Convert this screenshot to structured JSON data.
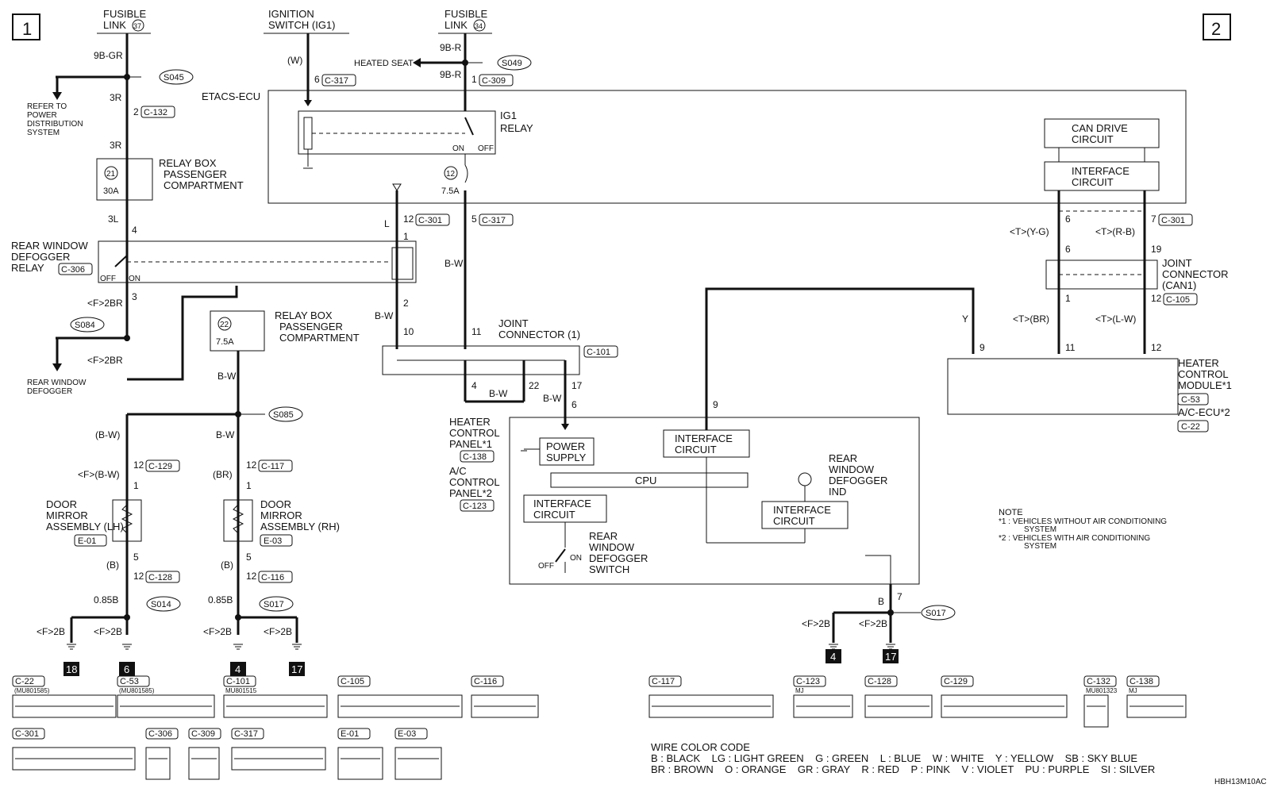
{
  "page": {
    "box_left": "1",
    "box_right": "2",
    "drawing_code": "HBH13M10AC"
  },
  "top": {
    "fusible37": "FUSIBLE",
    "fusible37_b": "LINK",
    "fusible37_n": "37",
    "ignition": "IGNITION",
    "ignition_b": "SWITCH (IG1)",
    "fusible34": "FUSIBLE",
    "fusible34_b": "LINK",
    "fusible34_n": "34",
    "w_label": "(W)",
    "heated_seat": "HEATED SEAT"
  },
  "splices": {
    "s045": "S045",
    "s049": "S049",
    "s084": "S084",
    "s085": "S085",
    "s014": "S014",
    "s017a": "S017",
    "s017b": "S017"
  },
  "refer": [
    "REFER TO",
    "POWER",
    "DISTRIBUTION",
    "SYSTEM"
  ],
  "wires": {
    "w9bgr": "9B-GR",
    "w3r_a": "3R",
    "w3r_b": "3R",
    "w3l": "3L",
    "wf2br_a": "<F>2BR",
    "wf2br_b": "<F>2BR",
    "w9br_a": "9B-R",
    "w9br_b": "9B-R",
    "wl": "L",
    "wbw_a": "B-W",
    "wbw_b": "B-W",
    "wbw_c": "B-W",
    "wbw_d": "B-W",
    "wbw_e": "B-W",
    "wbw_paren": "(B-W)",
    "wbw_f": "B-W",
    "wf_bw": "<F>(B-W)",
    "wbr_paren": "(BR)",
    "wb_a": "(B)",
    "wb_b": "(B)",
    "w085b_a": "0.85B",
    "w085b_b": "0.85B",
    "wf2b_a": "<F>2B",
    "wf2b_b": "<F>2B",
    "wf2b_c": "<F>2B",
    "wf2b_d": "<F>2B",
    "wf2b_e": "<F>2B",
    "wf2b_f": "<F>2B",
    "wy": "Y",
    "wb_c": "B",
    "t_yg": "<T>(Y-G)",
    "t_rb": "<T>(R-B)",
    "t_br": "<T>(BR)",
    "t_lw": "<T>(L-W)"
  },
  "pins": {
    "p2": "2",
    "p4": "4",
    "p3": "3",
    "p6": "6",
    "p1a": "1",
    "p12a": "12",
    "p1b": "1",
    "p2b": "2",
    "p10": "10",
    "p5": "5",
    "p11": "11",
    "p4b": "4",
    "p22": "22",
    "p17": "17",
    "p6b": "6",
    "p9": "9",
    "p12b": "12",
    "p1c": "1",
    "p5b": "5",
    "p12c": "12",
    "p12d": "12",
    "p1d": "1",
    "p5c": "5",
    "p12e": "12",
    "p6c": "6",
    "p7": "7",
    "p6d": "6",
    "p19": "19",
    "p1e": "1",
    "p12f": "12",
    "p9b": "9",
    "p11b": "11",
    "p12g": "12",
    "p7b": "7"
  },
  "connectors": {
    "c317a": "C-317",
    "c309": "C-309",
    "c132": "C-132",
    "c306": "C-306",
    "c301a": "C-301",
    "c317b": "C-317",
    "c301b": "C-301",
    "c105": "C-105",
    "c101": "C-101",
    "c129": "C-129",
    "c117": "C-117",
    "c128": "C-128",
    "c116": "C-116",
    "e01": "E-01",
    "e03": "E-03",
    "c138": "C-138",
    "c123": "C-123",
    "c53": "C-53",
    "c22": "C-22"
  },
  "components": {
    "etacs": "ETACS-ECU",
    "ig1relay": [
      "IG1",
      "RELAY"
    ],
    "on": "ON",
    "off": "OFF",
    "f12": "12",
    "f12amp": "7.5A",
    "can": [
      "CAN DRIVE",
      "CIRCUIT"
    ],
    "iface_top": [
      "INTERFACE",
      "CIRCUIT"
    ],
    "relaybox1": [
      "RELAY BOX",
      "PASSENGER",
      "COMPARTMENT"
    ],
    "f21": "21",
    "f21amp": "30A",
    "relaybox2": [
      "RELAY BOX",
      "PASSENGER",
      "COMPARTMENT"
    ],
    "f22": "22",
    "f22amp": "7.5A",
    "defrelay": [
      "REAR WINDOW",
      "DEFOGGER",
      "RELAY"
    ],
    "rl_off": "OFF",
    "rl_on": "ON",
    "defogger": [
      "REAR WINDOW",
      "DEFOGGER"
    ],
    "jc1": [
      "JOINT",
      "CONNECTOR (1)"
    ],
    "jcan": [
      "JOINT",
      "CONNECTOR",
      "(CAN1)"
    ],
    "mirror_lh": [
      "DOOR",
      "MIRROR",
      "ASSEMBLY (LH)"
    ],
    "mirror_rh": [
      "DOOR",
      "MIRROR",
      "ASSEMBLY (RH)"
    ],
    "hcp": [
      "HEATER",
      "CONTROL",
      "PANEL*1"
    ],
    "acp": [
      "A/C",
      "CONTROL",
      "PANEL*2"
    ],
    "power": [
      "POWER",
      "SUPPLY"
    ],
    "cpu": "CPU",
    "iface1": [
      "INTERFACE",
      "CIRCUIT"
    ],
    "iface2": [
      "INTERFACE",
      "CIRCUIT"
    ],
    "iface3": [
      "INTERFACE",
      "CIRCUIT"
    ],
    "ind": [
      "REAR",
      "WINDOW",
      "DEFOGGER",
      "IND"
    ],
    "sw": [
      "REAR",
      "WINDOW",
      "DEFOGGER",
      "SWITCH"
    ],
    "sw_on": "ON",
    "sw_off": "OFF",
    "hcm": [
      "HEATER",
      "CONTROL",
      "MODULE*1"
    ],
    "acecu": "A/C-ECU*2"
  },
  "grounds": {
    "g18": "18",
    "g6": "6",
    "g4a": "4",
    "g17a": "17",
    "g4b": "4",
    "g17b": "17"
  },
  "note": {
    "title": "NOTE",
    "n1": "*1 : VEHICLES WITHOUT AIR CONDITIONING",
    "n1b": "SYSTEM",
    "n2": "*2 : VEHICLES WITH AIR CONDITIONING",
    "n2b": "SYSTEM"
  },
  "legend": {
    "title": "WIRE COLOR CODE",
    "row1": "B : BLACK    LG : LIGHT GREEN    G : GREEN    L : BLUE    W : WHITE    Y : YELLOW    SB : SKY BLUE",
    "row2": "BR : BROWN    O : ORANGE    GR : GRAY    R : RED    P : PINK    V : VIOLET    PU : PURPLE    SI : SILVER"
  },
  "conn_views": [
    {
      "id": "C-22",
      "part": "(MU801585)"
    },
    {
      "id": "C-53",
      "part": "(MU801585)"
    },
    {
      "id": "C-101",
      "part": "MU801515"
    },
    {
      "id": "C-105",
      "part": ""
    },
    {
      "id": "C-116",
      "part": ""
    },
    {
      "id": "C-117",
      "part": ""
    },
    {
      "id": "C-123",
      "part": "MJ"
    },
    {
      "id": "C-128",
      "part": ""
    },
    {
      "id": "C-129",
      "part": ""
    },
    {
      "id": "C-132",
      "part": "MU801323"
    },
    {
      "id": "C-138",
      "part": "MJ"
    },
    {
      "id": "C-301",
      "part": ""
    },
    {
      "id": "C-306",
      "part": ""
    },
    {
      "id": "C-309",
      "part": ""
    },
    {
      "id": "C-317",
      "part": ""
    },
    {
      "id": "E-01",
      "part": ""
    },
    {
      "id": "E-03",
      "part": ""
    }
  ]
}
